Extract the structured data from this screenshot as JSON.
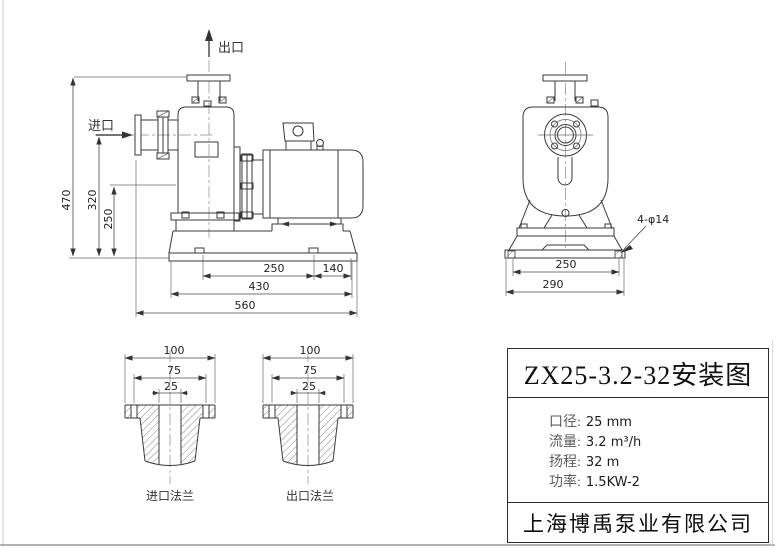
{
  "colors": {
    "ink": "#3a3a3a",
    "dim_line": "#4a4a4a",
    "hatch": "#666666"
  },
  "drawing": {
    "side_view": {
      "outlet_label": "出口",
      "inlet_label": "进口",
      "dim_height_total": "470",
      "dim_height_inlet": "320",
      "dim_height_shaft": "250",
      "dim_bolt_span": "250",
      "dim_bolt_to_edge": "140",
      "dim_base_length": "430",
      "dim_total_length": "560"
    },
    "front_view": {
      "dim_bolt_span": "250",
      "dim_base_width": "290",
      "anchor_hole_label": "4-φ14"
    },
    "inlet_flange": {
      "label": "进口法兰",
      "dim_od": "100",
      "dim_bolt_circle": "75",
      "dim_bore": "25"
    },
    "outlet_flange": {
      "label": "出口法兰",
      "dim_od": "100",
      "dim_bolt_circle": "75",
      "dim_bore": "25"
    }
  },
  "title_block": {
    "title": "ZX25-3.2-32安装图",
    "specs": [
      {
        "label": "口径:",
        "value": "25 mm"
      },
      {
        "label": "流量:",
        "value": "3.2 m³/h"
      },
      {
        "label": "扬程:",
        "value": "32 m"
      },
      {
        "label": "功率:",
        "value": "1.5KW-2"
      }
    ],
    "company": "上海博禹泵业有限公司"
  }
}
